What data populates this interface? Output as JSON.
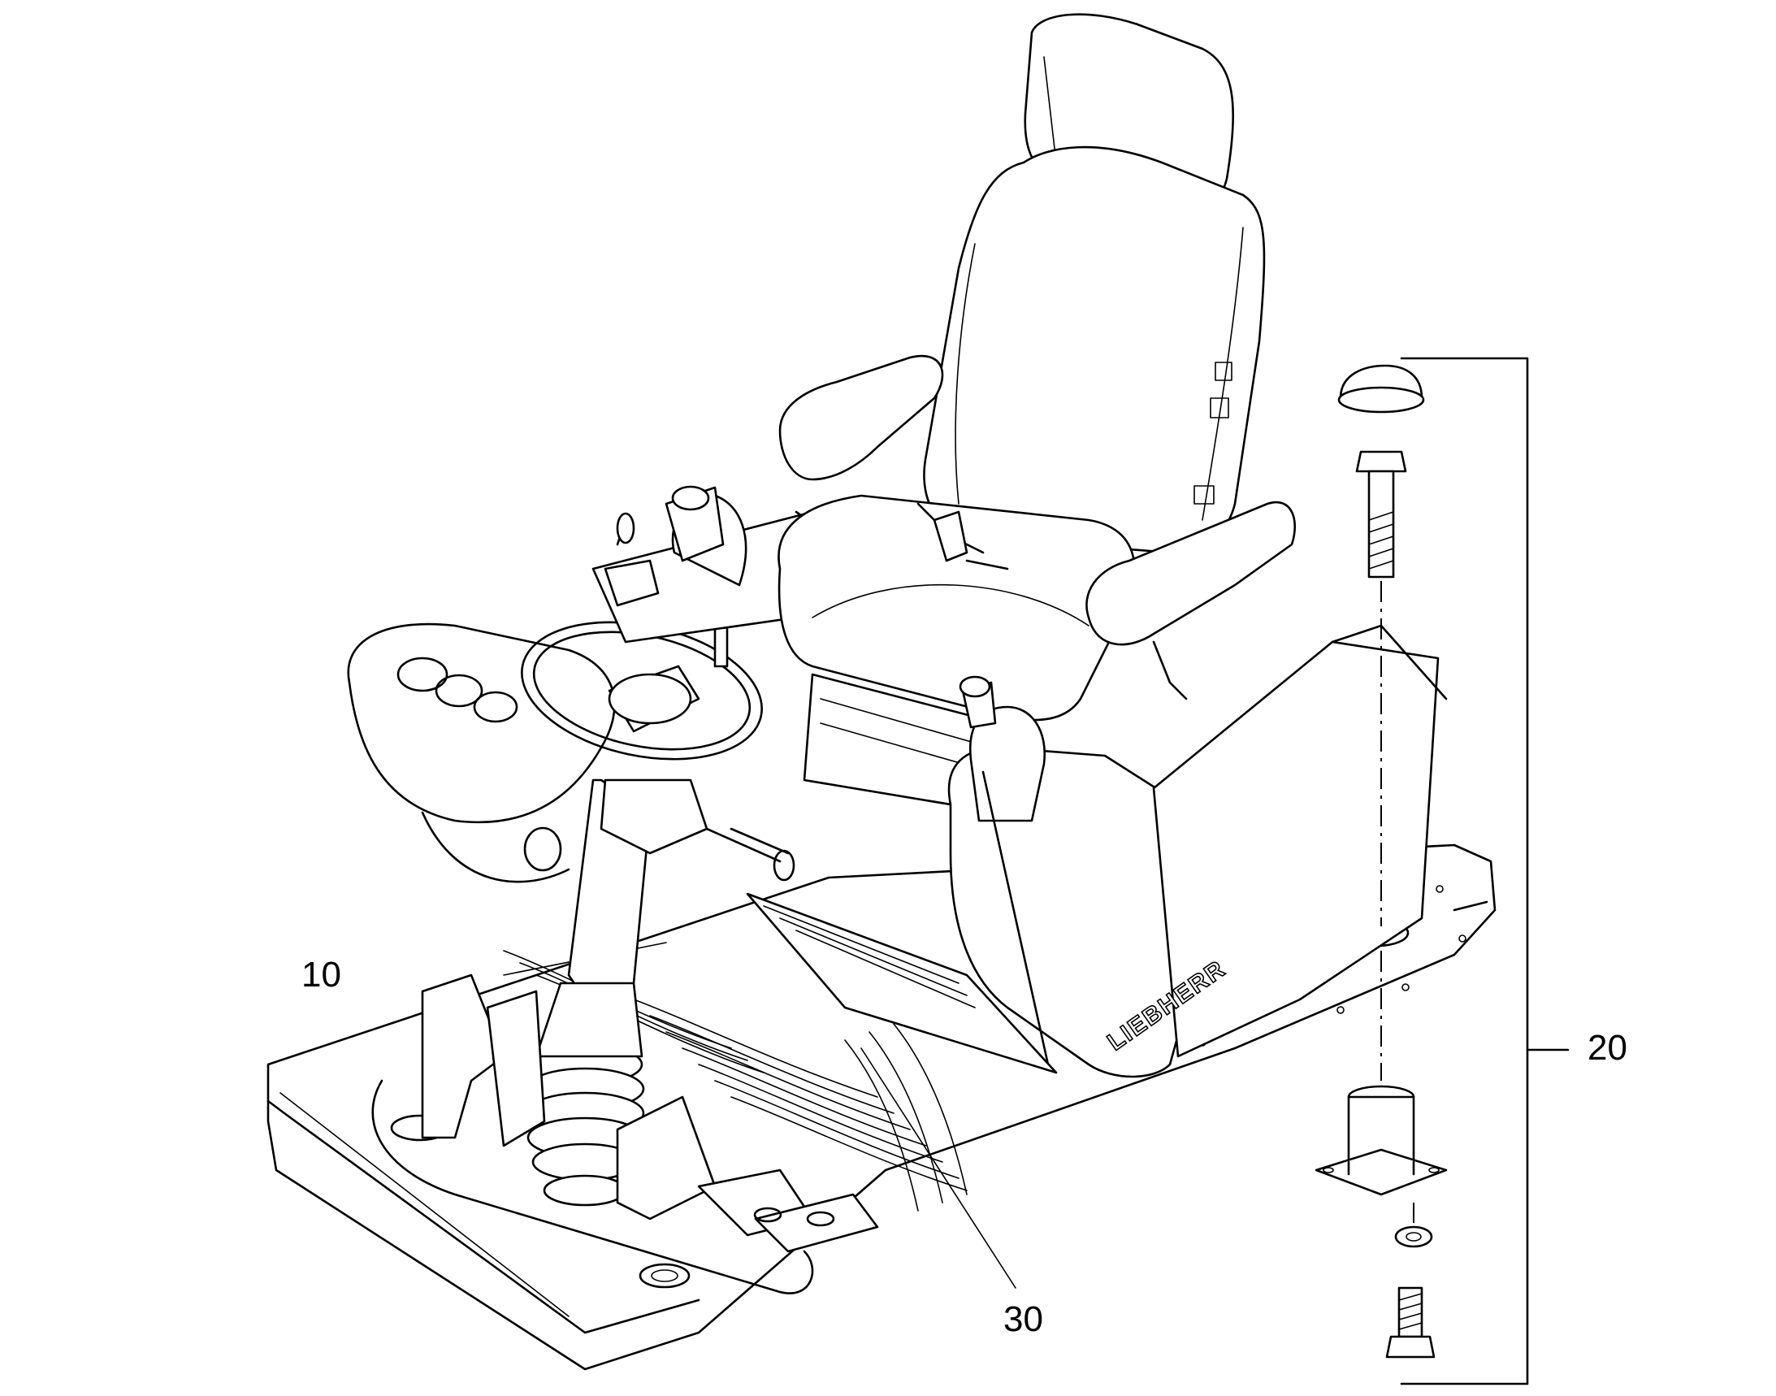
{
  "diagram": {
    "callouts": [
      {
        "id": "10",
        "text": "10"
      },
      {
        "id": "20",
        "text": "20"
      },
      {
        "id": "30",
        "text": "30"
      }
    ],
    "brand_mark": "LIEBHERR"
  }
}
